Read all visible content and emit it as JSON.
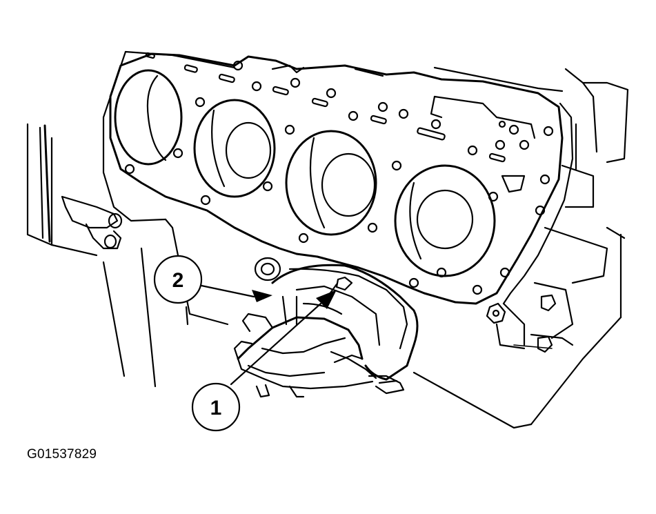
{
  "callouts": [
    {
      "number": "1"
    },
    {
      "number": "2"
    }
  ],
  "figure_id": "G01537829"
}
